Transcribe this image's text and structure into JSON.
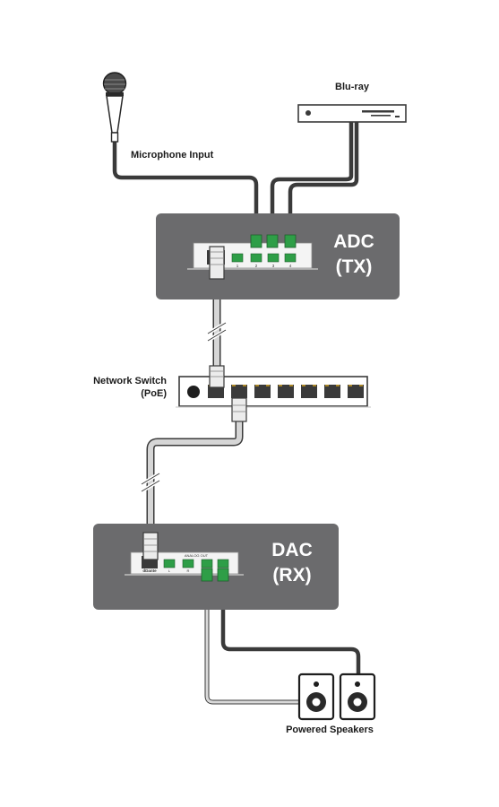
{
  "labels": {
    "blu_ray": "Blu-ray",
    "microphone": "Microphone Input",
    "switch_line1": "Network Switch",
    "switch_line2": "(PoE)",
    "speakers": "Powered Speakers"
  },
  "adc": {
    "title": "ADC",
    "subtitle": "(TX)",
    "port_numbers": [
      "1",
      "2",
      "3",
      "4"
    ]
  },
  "dac": {
    "title": "DAC",
    "subtitle": "(RX)",
    "analog_out_label": "ANALOG OUT",
    "port_letters": [
      "L",
      "R"
    ],
    "brand": "dDante"
  },
  "colors": {
    "device_box": "#6b6b6d",
    "cable_dark": "#3a3a3a",
    "cable_light": "#c8c8c8",
    "connector_green": "#2e9e47",
    "network_cable": "#d6d6d6",
    "panel": "#f4f4f4"
  }
}
